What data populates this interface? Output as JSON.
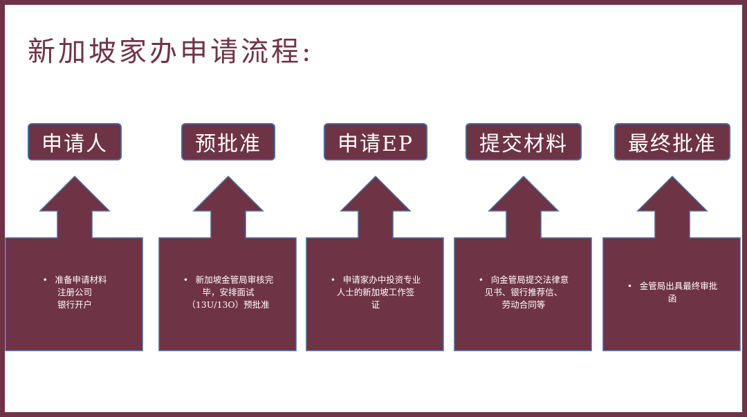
{
  "title": "新加坡家办申请流程:",
  "colors": {
    "primary": "#6f3346",
    "border": "#4a6a9a",
    "text": "#ffffff"
  },
  "steps": [
    {
      "label": "申请人",
      "lines": [
        {
          "bullet": "•",
          "text": "准备申请材料"
        },
        {
          "bullet": "",
          "text": "注册公司"
        },
        {
          "bullet": "",
          "text": "银行开户"
        }
      ]
    },
    {
      "label": "预批准",
      "lines": [
        {
          "bullet": "•",
          "text": "新加坡金管局审核完"
        },
        {
          "bullet": "",
          "text": "毕，安排面试"
        },
        {
          "bullet": "",
          "text": "（13U/13O）预批准"
        }
      ]
    },
    {
      "label": "申请EP",
      "lines": [
        {
          "bullet": "•",
          "text": "申请家办中投资专业"
        },
        {
          "bullet": "",
          "text": "人士的新加坡工作签"
        },
        {
          "bullet": "",
          "text": "证"
        }
      ]
    },
    {
      "label": "提交材料",
      "lines": [
        {
          "bullet": "•",
          "text": "向金管局提交法律意"
        },
        {
          "bullet": "",
          "text": "见书、银行推荐信、"
        },
        {
          "bullet": "",
          "text": "劳动合同等"
        }
      ]
    },
    {
      "label": "最终批准",
      "lines": [
        {
          "bullet": "•",
          "text": "金管局出具最终审批"
        },
        {
          "bullet": "",
          "text": "函"
        }
      ]
    }
  ]
}
